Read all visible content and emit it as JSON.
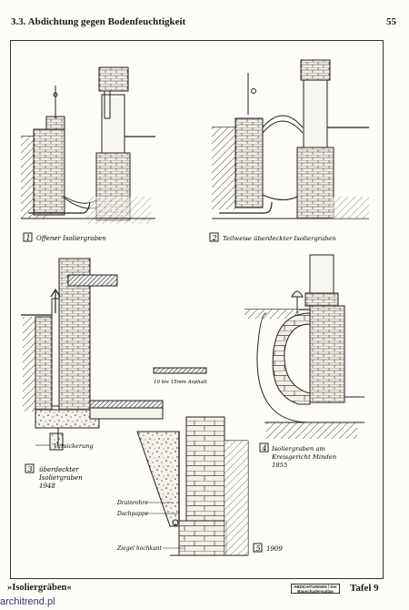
{
  "header": {
    "section_title": "3.3. Abdichtung gegen Bodenfeuchtigkeit",
    "page_number": "55"
  },
  "figures": [
    {
      "number": "1",
      "caption": "Offener Isoliergraben"
    },
    {
      "number": "2",
      "caption": "Teilweise überdeckter Isoliergraben"
    },
    {
      "number": "3",
      "caption_lines": [
        "überdeckter",
        "Isoliergraben",
        "1948"
      ]
    },
    {
      "number": "4",
      "caption_lines": [
        "Isoliergraben am",
        "Kreisgericht Minden",
        "1855"
      ]
    },
    {
      "number": "5",
      "caption": "1909"
    }
  ],
  "labels": {
    "asphalt": "10 bis 15mm Asphalt",
    "versickerung": "Versickerung",
    "drainrohre": "Drainrohre",
    "dachpappe": "Dachpappe",
    "ziegel": "Ziegel hochkant"
  },
  "footer": {
    "series_title": "»Isoliergräben«",
    "publisher_box": "ABDICHTUNGEN / Der Bauschadensatlas",
    "plate_label": "Tafel 9"
  },
  "watermark": "architrend.pl"
}
